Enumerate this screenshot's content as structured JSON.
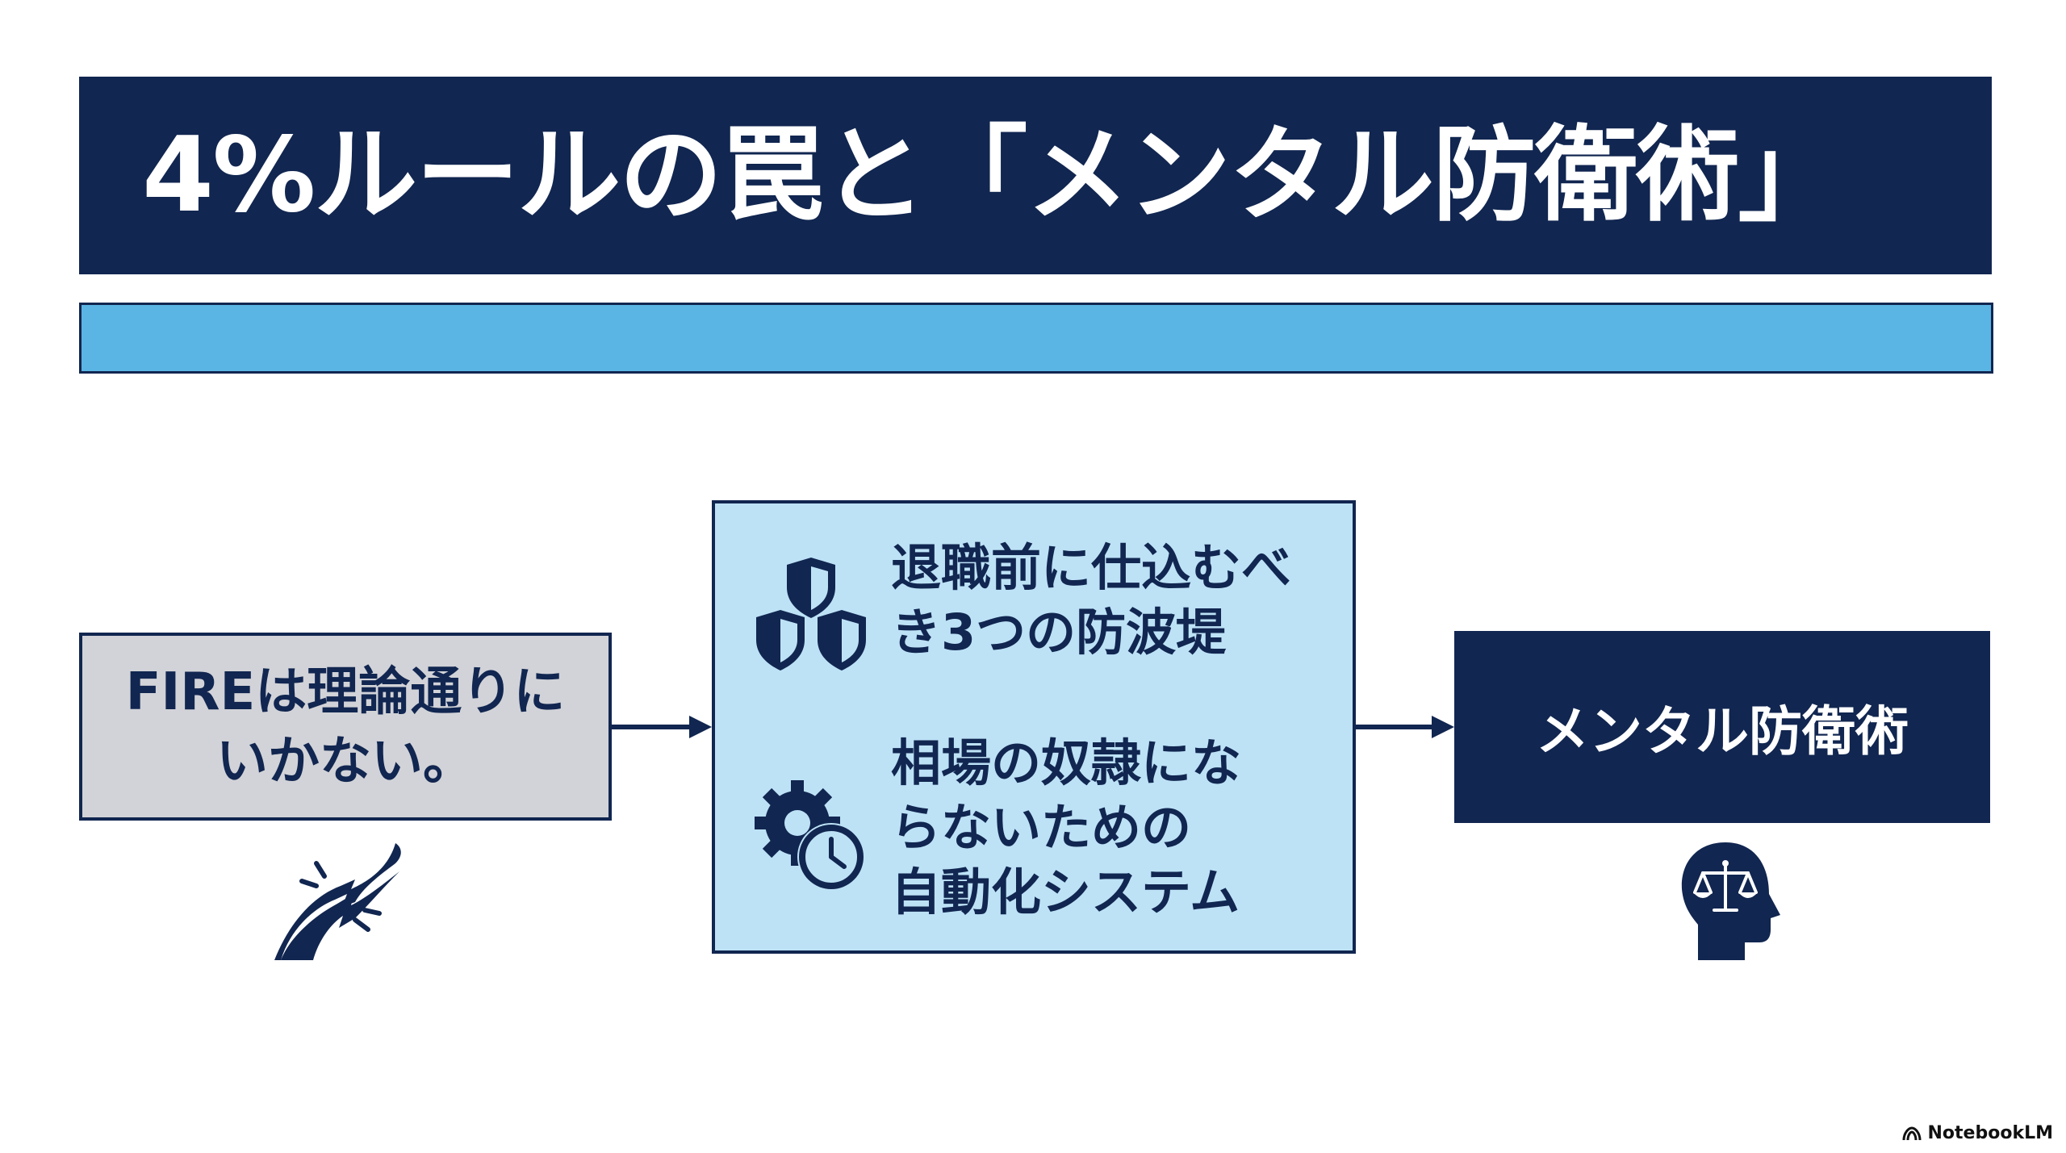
{
  "title": "4%ルールの罠と「メンタル防衛術」",
  "left_box": {
    "text": "FIREは理論通りにいかない。"
  },
  "center_box": {
    "items": [
      {
        "text_line1": "退職前に仕込むべ",
        "text_line2": "き3つの防波堤",
        "icon": "shields-icon"
      },
      {
        "text_line1": "相場の奴隷にな",
        "text_line2": "らないための",
        "text_line3": "自動化システム",
        "icon": "gear-clock-icon"
      }
    ]
  },
  "right_box": {
    "text": "メンタル防衛術"
  },
  "icons": {
    "left": "broken-road-icon",
    "right": "head-scales-icon"
  },
  "watermark": "NotebookLM",
  "colors": {
    "navy": "#112650",
    "light_blue": "#5bb5e4",
    "pale_blue": "#bde2f6",
    "gray": "#d2d3d8"
  }
}
